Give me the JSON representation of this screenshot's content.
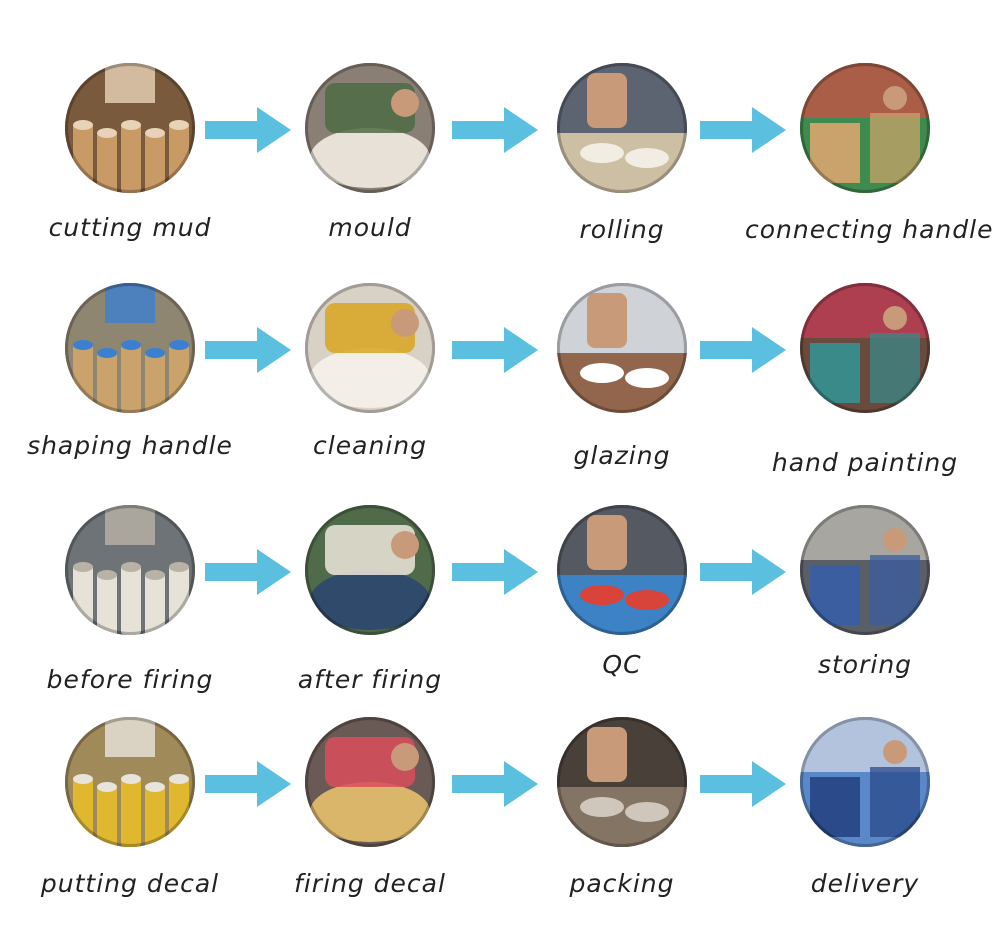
{
  "process": {
    "rows": [
      {
        "steps": [
          {
            "label": "cutting mud",
            "icon": "cutting-mud-photo-icon",
            "bg": "#7a5a3c",
            "accent": "#c89a66",
            "hi": "#e8d3b8"
          },
          {
            "label": "mould",
            "icon": "mould-photo-icon",
            "bg": "#8a7f74",
            "accent": "#4d6b45",
            "hi": "#e7e1d8"
          },
          {
            "label": "rolling",
            "icon": "rolling-photo-icon",
            "bg": "#5b6470",
            "accent": "#d9c9aa",
            "hi": "#f2ede2"
          },
          {
            "label": "connecting handle",
            "icon": "connecting-handle-photo-icon",
            "bg": "#3f8a4e",
            "accent": "#c9a36b",
            "hi": "#d94a44"
          }
        ]
      },
      {
        "steps": [
          {
            "label": "shaping handle",
            "icon": "shaping-handle-photo-icon",
            "bg": "#8f8672",
            "accent": "#c9a36b",
            "hi": "#3b7fd0"
          },
          {
            "label": "cleaning",
            "icon": "cleaning-photo-icon",
            "bg": "#d8d1c6",
            "accent": "#d9a520",
            "hi": "#f3efe8"
          },
          {
            "label": "glazing",
            "icon": "glazing-photo-icon",
            "bg": "#cfd2d6",
            "accent": "#8a5a3e",
            "hi": "#ffffff"
          },
          {
            "label": "hand painting",
            "icon": "hand-painting-photo-icon",
            "bg": "#6b4a3e",
            "accent": "#3a8a8a",
            "hi": "#c93a5a"
          }
        ]
      },
      {
        "steps": [
          {
            "label": "before firing",
            "icon": "before-firing-photo-icon",
            "bg": "#6d7377",
            "accent": "#e6e2d8",
            "hi": "#b9b2a6"
          },
          {
            "label": "after firing",
            "icon": "after-firing-photo-icon",
            "bg": "#4f6b4a",
            "accent": "#ece6da",
            "hi": "#2f4a6a"
          },
          {
            "label": "QC",
            "icon": "qc-photo-icon",
            "bg": "#555a62",
            "accent": "#3a86d0",
            "hi": "#d9443a"
          },
          {
            "label": "storing",
            "icon": "storing-photo-icon",
            "bg": "#5a5e66",
            "accent": "#3a5ea0",
            "hi": "#c9c4bb"
          }
        ]
      },
      {
        "steps": [
          {
            "label": "putting decal",
            "icon": "putting-decal-photo-icon",
            "bg": "#a08a5a",
            "accent": "#e0b830",
            "hi": "#e8e4dc"
          },
          {
            "label": "firing decal",
            "icon": "firing-decal-photo-icon",
            "bg": "#6a5a55",
            "accent": "#d94f5c",
            "hi": "#d9b66a"
          },
          {
            "label": "packing",
            "icon": "packing-photo-icon",
            "bg": "#4a403a",
            "accent": "#8a7a68",
            "hi": "#cfc7bc"
          },
          {
            "label": "delivery",
            "icon": "delivery-photo-icon",
            "bg": "#5a88c8",
            "accent": "#2a4a8a",
            "hi": "#d8dde6"
          }
        ]
      }
    ],
    "arrow_color": "#5bbfe0"
  }
}
